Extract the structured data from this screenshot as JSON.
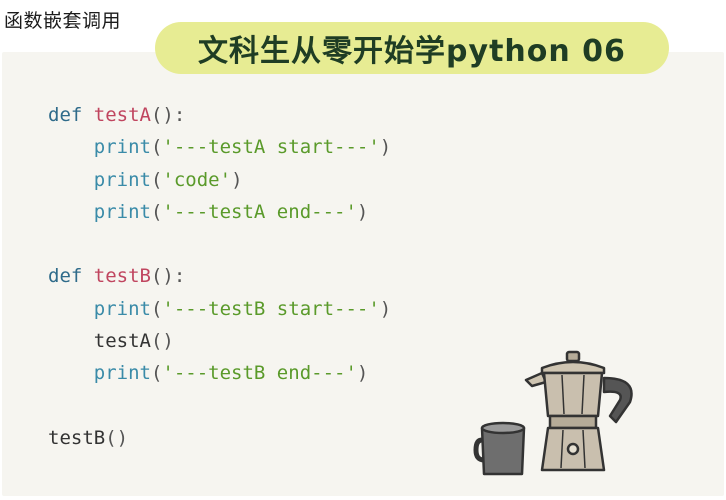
{
  "header": {
    "section_label": "函数嵌套调用",
    "banner_title": "文科生从零开始学python 06"
  },
  "code_lines": [
    [
      {
        "t": "def ",
        "c": "kw"
      },
      {
        "t": "testA",
        "c": "fn"
      },
      {
        "t": "():",
        "c": "pn"
      }
    ],
    [
      {
        "t": "    ",
        "c": "plain"
      },
      {
        "t": "print",
        "c": "bi"
      },
      {
        "t": "(",
        "c": "pn"
      },
      {
        "t": "'---testA start---'",
        "c": "str"
      },
      {
        "t": ")",
        "c": "pn"
      }
    ],
    [
      {
        "t": "    ",
        "c": "plain"
      },
      {
        "t": "print",
        "c": "bi"
      },
      {
        "t": "(",
        "c": "pn"
      },
      {
        "t": "'code'",
        "c": "str"
      },
      {
        "t": ")",
        "c": "pn"
      }
    ],
    [
      {
        "t": "    ",
        "c": "plain"
      },
      {
        "t": "print",
        "c": "bi"
      },
      {
        "t": "(",
        "c": "pn"
      },
      {
        "t": "'---testA end---'",
        "c": "str"
      },
      {
        "t": ")",
        "c": "pn"
      }
    ],
    [],
    [
      {
        "t": "def ",
        "c": "kw"
      },
      {
        "t": "testB",
        "c": "fn"
      },
      {
        "t": "():",
        "c": "pn"
      }
    ],
    [
      {
        "t": "    ",
        "c": "plain"
      },
      {
        "t": "print",
        "c": "bi"
      },
      {
        "t": "(",
        "c": "pn"
      },
      {
        "t": "'---testB start---'",
        "c": "str"
      },
      {
        "t": ")",
        "c": "pn"
      }
    ],
    [
      {
        "t": "    ",
        "c": "plain"
      },
      {
        "t": "testA",
        "c": "plain"
      },
      {
        "t": "()",
        "c": "pn"
      }
    ],
    [
      {
        "t": "    ",
        "c": "plain"
      },
      {
        "t": "print",
        "c": "bi"
      },
      {
        "t": "(",
        "c": "pn"
      },
      {
        "t": "'---testB end---'",
        "c": "str"
      },
      {
        "t": ")",
        "c": "pn"
      }
    ],
    [],
    [
      {
        "t": "testB",
        "c": "plain"
      },
      {
        "t": "()",
        "c": "pn"
      }
    ]
  ],
  "illustration": {
    "icons": [
      "moka-pot-icon",
      "mug-icon"
    ],
    "colors": {
      "pot_body": "#c9bfae",
      "pot_outline": "#333333",
      "mug": "#6e6e6e"
    }
  },
  "theme": {
    "banner_bg": "#e7ec93",
    "banner_text": "#1f3d24",
    "card_bg": "#f6f5f0",
    "keyword": "#2f6b8a",
    "function_name": "#c0455f",
    "builtin": "#3a8ba8",
    "string": "#5a9a2a"
  }
}
